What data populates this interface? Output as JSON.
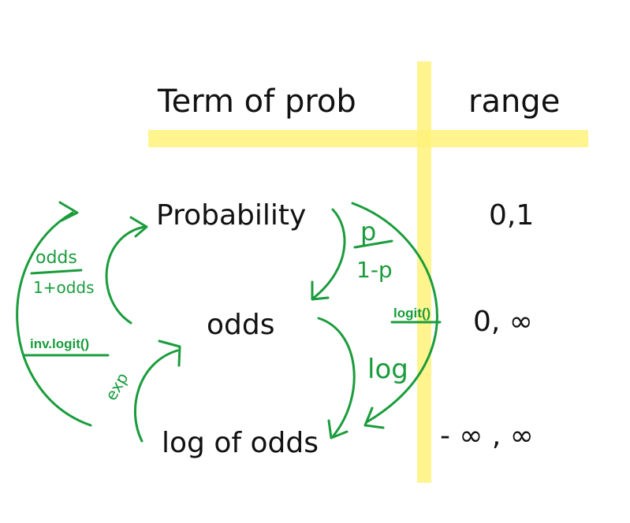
{
  "headers": {
    "term": "Term of prob",
    "range": "range"
  },
  "rows": [
    {
      "term": "Probability",
      "range": "0,1"
    },
    {
      "term": "odds",
      "range": "0, ∞"
    },
    {
      "term": "log of odds",
      "range": "- ∞  , ∞"
    }
  ],
  "transforms": {
    "p_num": "p",
    "p_den": "1-p",
    "log": "log",
    "exp": "exp",
    "odds_num": "odds",
    "odds_den": "1+odds",
    "logit": "logit()",
    "inv_logit": "inv.logit()"
  },
  "colors": {
    "highlight": "#fff27a",
    "arrows": "#1a9c3c",
    "text": "#111111"
  }
}
